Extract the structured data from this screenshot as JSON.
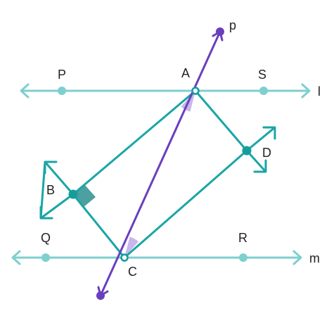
{
  "labels": {
    "P": "P",
    "A": "A",
    "S": "S",
    "l": "l",
    "p": "p",
    "B": "B",
    "D": "D",
    "Q": "Q",
    "R": "R",
    "C": "C",
    "m": "m"
  },
  "colors": {
    "parallel_lines": "#7ecfcf",
    "figure": "#1aa5a5",
    "transversal": "#6a3fbe",
    "angle_fill": "#c9b6ec",
    "right_angle_fill": "#2e8f8f",
    "point_fill": "#7ecfcf",
    "vertex_dot": "#159c9c"
  }
}
